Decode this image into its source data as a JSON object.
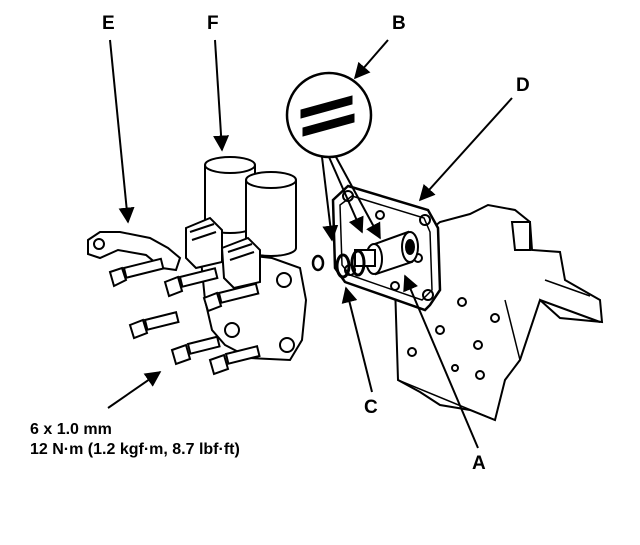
{
  "callouts": {
    "a": "A",
    "b": "B",
    "c": "C",
    "d": "D",
    "e": "E",
    "f": "F"
  },
  "torque_spec": {
    "bolt_size": "6 x 1.0 mm",
    "torque": "12 N·m (1.2 kgf·m, 8.7 lbf·ft)"
  }
}
